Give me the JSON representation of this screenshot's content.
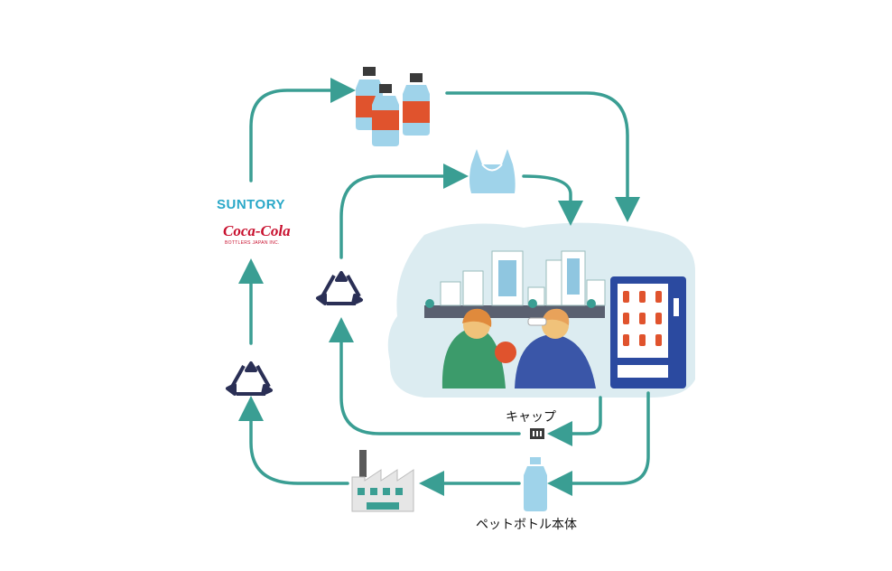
{
  "labels": {
    "cap": "キャップ",
    "pet_body": "ペットボトル本体"
  },
  "logos": {
    "suntory": "SUNTORY",
    "cocacola": "Coca-Cola",
    "cocacola_sub": "BOTTLERS JAPAN INC."
  },
  "icons": [
    "pet-bottles-icon",
    "plastic-bag-icon",
    "recycle-icon",
    "factory-icon",
    "bottle-icon",
    "cap-icon",
    "vending-machine-icon",
    "city-buildings-icon",
    "people-drinking-icon"
  ],
  "colors": {
    "arrow": "#3a9e93",
    "cloud": "#dcecf1",
    "bottle_label": "#e0532d",
    "bottle_body": "#9fd3ea",
    "vending": "#2b4aa0",
    "recycle": "#2a2f55",
    "suntory": "#2aa8c8",
    "cocacola": "#c8102e"
  }
}
